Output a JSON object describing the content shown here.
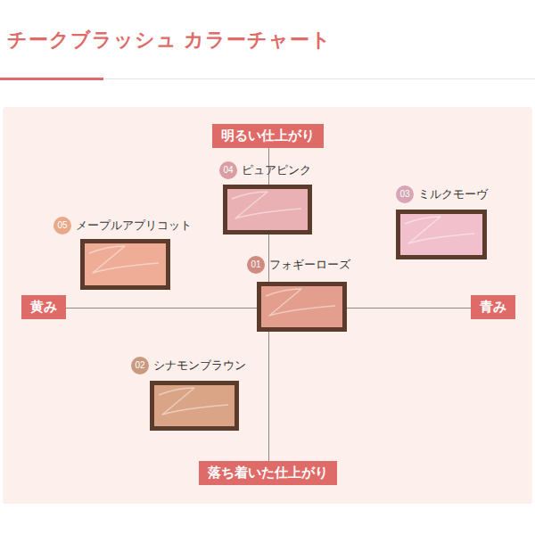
{
  "diagram": {
    "title": "チークブラッシュ カラーチャート",
    "nodes": [
      {
        "text": [
          "明るい仕上がり"
        ]
      },
      {
        "text": [
          "04",
          "ピュアピンク"
        ]
      },
      {
        "text": [
          "03",
          "ミルクモーヴ"
        ]
      },
      {
        "text": [
          "05",
          "メープルアプリコット"
        ]
      },
      {
        "text": [
          "01",
          "フォギーローズ"
        ]
      },
      {
        "text": [
          "黄み"
        ]
      },
      {
        "text": [
          "青み"
        ]
      },
      {
        "text": [
          "02",
          "シナモンブラウン"
        ]
      },
      {
        "text": [
          "落ち着いた仕上がり"
        ]
      }
    ],
    "edges": [
      {
        "from": 0,
        "to": 8,
        "arrow": "none"
      },
      {
        "from": 5,
        "to": 6,
        "arrow": "none"
      }
    ]
  }
}
